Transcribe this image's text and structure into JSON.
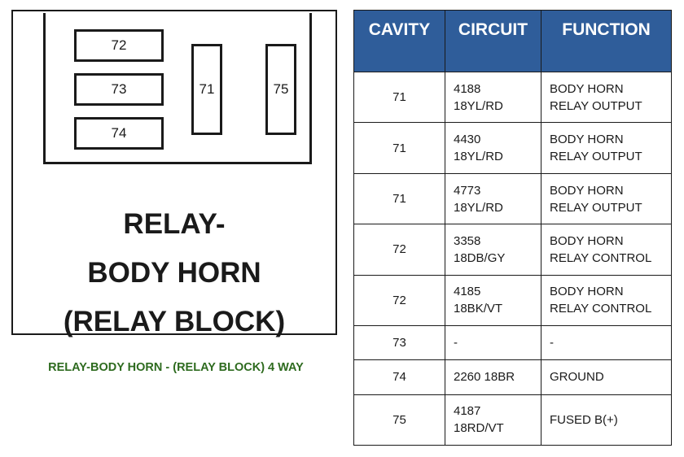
{
  "diagram": {
    "cavities": [
      {
        "id": "72",
        "label": "72"
      },
      {
        "id": "73",
        "label": "73"
      },
      {
        "id": "74",
        "label": "74"
      },
      {
        "id": "71",
        "label": "71"
      },
      {
        "id": "75",
        "label": "75"
      }
    ],
    "title_lines": [
      "RELAY-",
      "BODY HORN",
      "(RELAY BLOCK)"
    ]
  },
  "caption": "RELAY-BODY HORN - (RELAY BLOCK) 4 WAY",
  "colors": {
    "header_bg": "#2f5d9a",
    "header_text": "#ffffff",
    "caption": "#2e6b1f"
  },
  "table": {
    "headers": [
      "CAVITY",
      "CIRCUIT",
      "FUNCTION"
    ],
    "rows": [
      {
        "cavity": "71",
        "circuit": [
          "4188",
          "18YL/RD"
        ],
        "function": [
          "BODY HORN",
          "RELAY OUTPUT"
        ]
      },
      {
        "cavity": "71",
        "circuit": [
          "4430",
          "18YL/RD"
        ],
        "function": [
          "BODY HORN",
          "RELAY OUTPUT"
        ]
      },
      {
        "cavity": "71",
        "circuit": [
          "4773",
          "18YL/RD"
        ],
        "function": [
          "BODY HORN",
          "RELAY OUTPUT"
        ]
      },
      {
        "cavity": "72",
        "circuit": [
          "3358",
          "18DB/GY"
        ],
        "function": [
          "BODY HORN",
          "RELAY CONTROL"
        ]
      },
      {
        "cavity": "72",
        "circuit": [
          "4185",
          "18BK/VT"
        ],
        "function": [
          "BODY HORN",
          "RELAY CONTROL"
        ]
      },
      {
        "cavity": "73",
        "circuit": [
          "-"
        ],
        "function": [
          "-"
        ]
      },
      {
        "cavity": "74",
        "circuit": [
          "2260 18BR"
        ],
        "function": [
          "GROUND"
        ]
      },
      {
        "cavity": "75",
        "circuit": [
          "4187",
          "18RD/VT"
        ],
        "function": [
          "FUSED B(+)"
        ]
      }
    ]
  }
}
